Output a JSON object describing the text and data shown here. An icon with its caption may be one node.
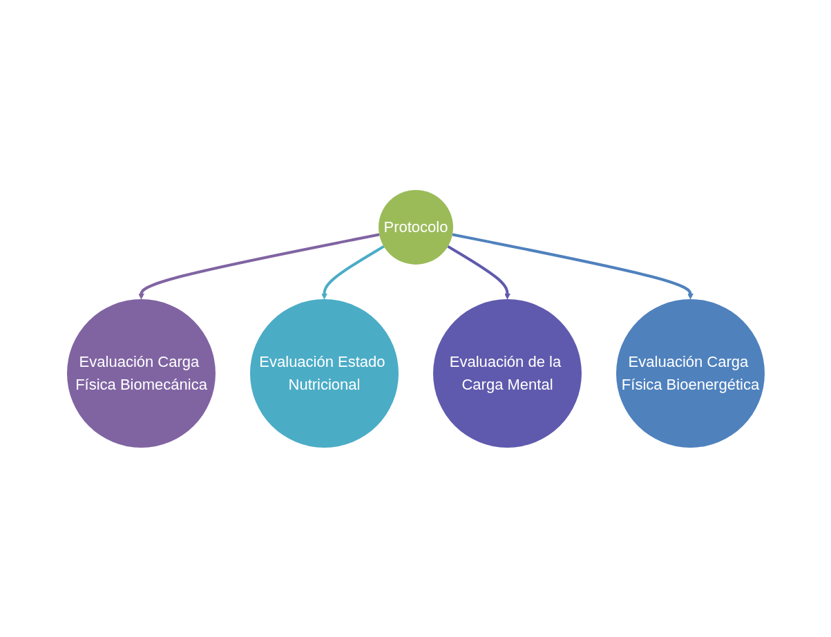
{
  "diagram": {
    "nodes": [
      {
        "text": [
          "Evaluación Carga Física Biomecánica"
        ]
      },
      {
        "text": [
          "Evaluación Estado Nutricional"
        ]
      },
      {
        "text": [
          "Protocolo"
        ]
      },
      {
        "text": [
          "Evaluación de la Carga Mental"
        ]
      },
      {
        "text": [
          "Evaluación Carga Física Bioenergética"
        ]
      }
    ],
    "edges": [
      {
        "from": 2,
        "to": 0,
        "arrow": "to",
        "color": "#8064a2"
      },
      {
        "from": 2,
        "to": 1,
        "arrow": "to",
        "color": "#4bacc6"
      },
      {
        "from": 2,
        "to": 3,
        "arrow": "to",
        "color": "#5f5aad"
      },
      {
        "from": 2,
        "to": 4,
        "arrow": "to",
        "color": "#4f81bd"
      }
    ]
  }
}
